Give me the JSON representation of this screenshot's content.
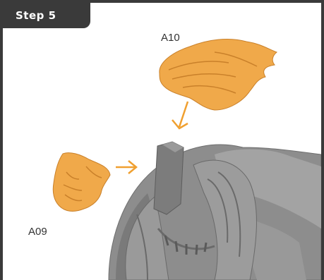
{
  "step": {
    "label": "Step 5"
  },
  "parts": {
    "a10": {
      "label": "A10"
    },
    "a09": {
      "label": "A09"
    }
  },
  "colors": {
    "frame": "#3a3a3a",
    "part_fill": "#f0a94a",
    "part_shade": "#c9802a",
    "model_gray": "#8c8c8c",
    "arrow": "#f0a030"
  }
}
